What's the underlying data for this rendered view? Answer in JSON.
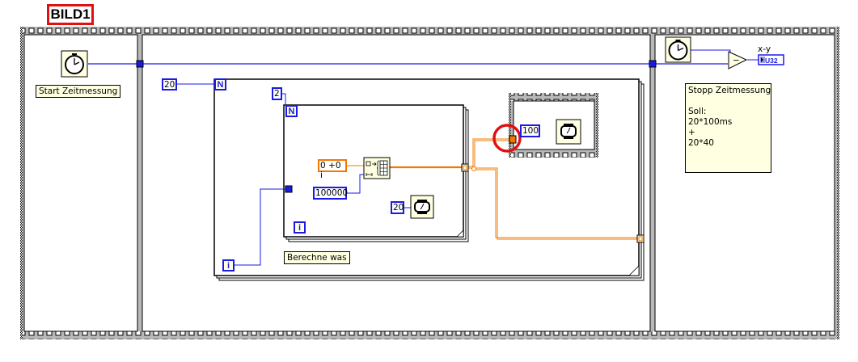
{
  "title_badge": "BILD1",
  "frames": {
    "frame1": {
      "icon": "stopwatch-icon",
      "label": "Start Zeitmessung"
    },
    "frame2": {
      "outer_loop": {
        "count_constant": "20",
        "count_terminal": "N",
        "iteration_terminal": "i",
        "label": "Berechne was"
      },
      "inner_loop": {
        "count_constant": "2",
        "count_terminal": "N",
        "iteration_terminal": "i",
        "complex_constant": "0 +0 i",
        "size_constant": "100000",
        "wait_constant": "20",
        "function": "initialize-array-icon",
        "wait_icon": "wait-ms-icon"
      },
      "inner_sequence": {
        "wait_constant": "100",
        "wait_icon": "wait-ms-icon"
      },
      "highlight": "red-circle"
    },
    "frame3": {
      "icon": "stopwatch-icon",
      "subtract_label": "−",
      "indicator_label": "x-y",
      "indicator_type": "U32",
      "comment": "Stopp Zeitmessung\n\nSoll:\n20*100ms\n+\n20*40"
    }
  },
  "colors": {
    "numeric_wire": "#1a1ae6",
    "complex_wire": "#f07800",
    "frame_gray": "#b8b8b8",
    "highlight": "#e01010",
    "node_bg": "#ffffe1"
  }
}
